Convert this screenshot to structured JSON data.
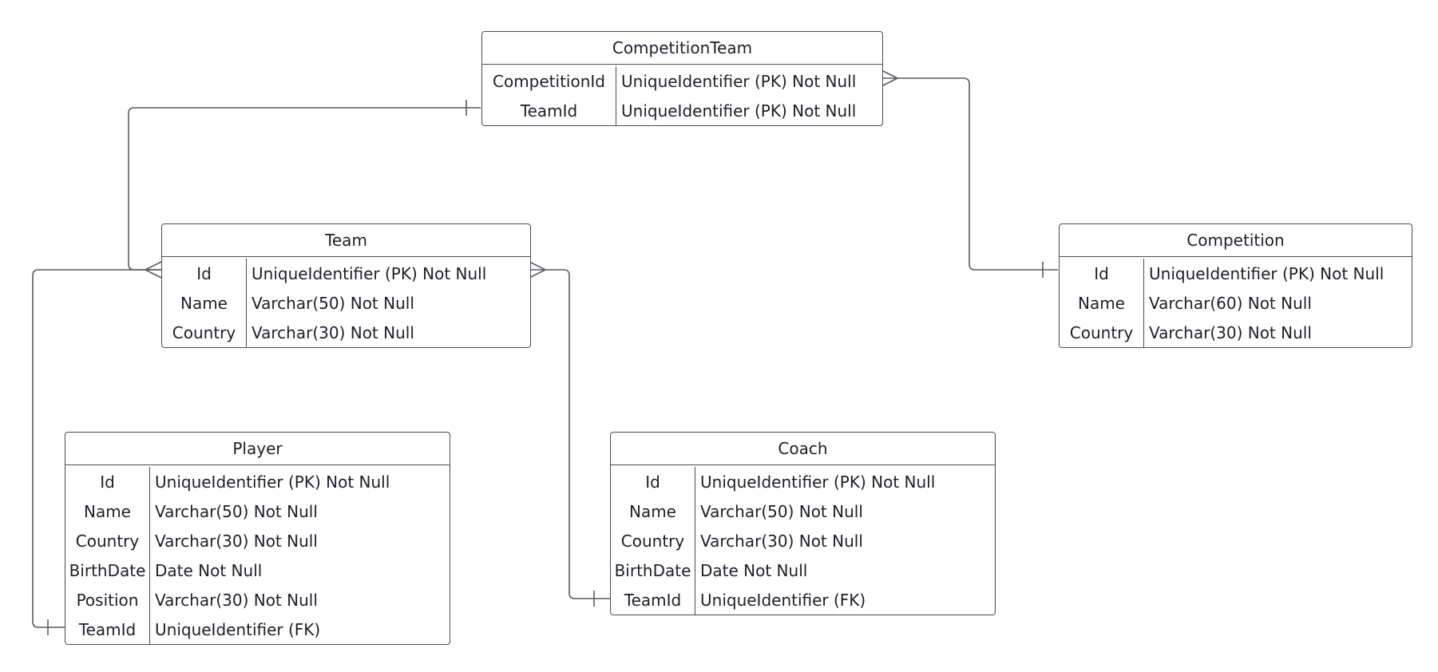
{
  "entities": [
    {
      "id": "competitionteam",
      "name": "CompetitionTeam",
      "fields": [
        {
          "name": "CompetitionId",
          "type": "UniqueIdentifier (PK) Not Null"
        },
        {
          "name": "TeamId",
          "type": "UniqueIdentifier (PK) Not Null"
        }
      ]
    },
    {
      "id": "team",
      "name": "Team",
      "fields": [
        {
          "name": "Id",
          "type": "UniqueIdentifier (PK) Not Null"
        },
        {
          "name": "Name",
          "type": "Varchar(50) Not Null"
        },
        {
          "name": "Country",
          "type": "Varchar(30) Not Null"
        }
      ]
    },
    {
      "id": "competition",
      "name": "Competition",
      "fields": [
        {
          "name": "Id",
          "type": "UniqueIdentifier (PK) Not Null"
        },
        {
          "name": "Name",
          "type": "Varchar(60) Not Null"
        },
        {
          "name": "Country",
          "type": "Varchar(30) Not Null"
        }
      ]
    },
    {
      "id": "player",
      "name": "Player",
      "fields": [
        {
          "name": "Id",
          "type": "UniqueIdentifier (PK) Not Null"
        },
        {
          "name": "Name",
          "type": "Varchar(50) Not Null"
        },
        {
          "name": "Country",
          "type": "Varchar(30) Not Null"
        },
        {
          "name": "BirthDate",
          "type": "Date Not Null"
        },
        {
          "name": "Position",
          "type": "Varchar(30) Not Null"
        },
        {
          "name": "TeamId",
          "type": "UniqueIdentifier (FK)"
        }
      ]
    },
    {
      "id": "coach",
      "name": "Coach",
      "fields": [
        {
          "name": "Id",
          "type": "UniqueIdentifier (PK) Not Null"
        },
        {
          "name": "Name",
          "type": "Varchar(50) Not Null"
        },
        {
          "name": "Country",
          "type": "Varchar(30) Not Null"
        },
        {
          "name": "BirthDate",
          "type": "Date Not Null"
        },
        {
          "name": "TeamId",
          "type": "UniqueIdentifier (FK)"
        }
      ]
    }
  ],
  "relationships": [
    {
      "id": "team-competitionteam",
      "from": "Team.Id",
      "to": "CompetitionTeam.TeamId",
      "from_cardinality": "many",
      "to_cardinality": "one"
    },
    {
      "id": "competition-competitionteam",
      "from": "Competition.Id",
      "to": "CompetitionTeam.CompetitionId",
      "from_cardinality": "one",
      "to_cardinality": "many"
    },
    {
      "id": "team-player",
      "from": "Team.Id",
      "to": "Player.TeamId",
      "from_cardinality": "many",
      "to_cardinality": "one"
    },
    {
      "id": "team-coach",
      "from": "Team.Id",
      "to": "Coach.TeamId",
      "from_cardinality": "many",
      "to_cardinality": "one"
    }
  ],
  "colors": {
    "border": "#4a4a55",
    "line": "#5a5a64",
    "text": "#1e1e2a",
    "background": "#ffffff"
  }
}
